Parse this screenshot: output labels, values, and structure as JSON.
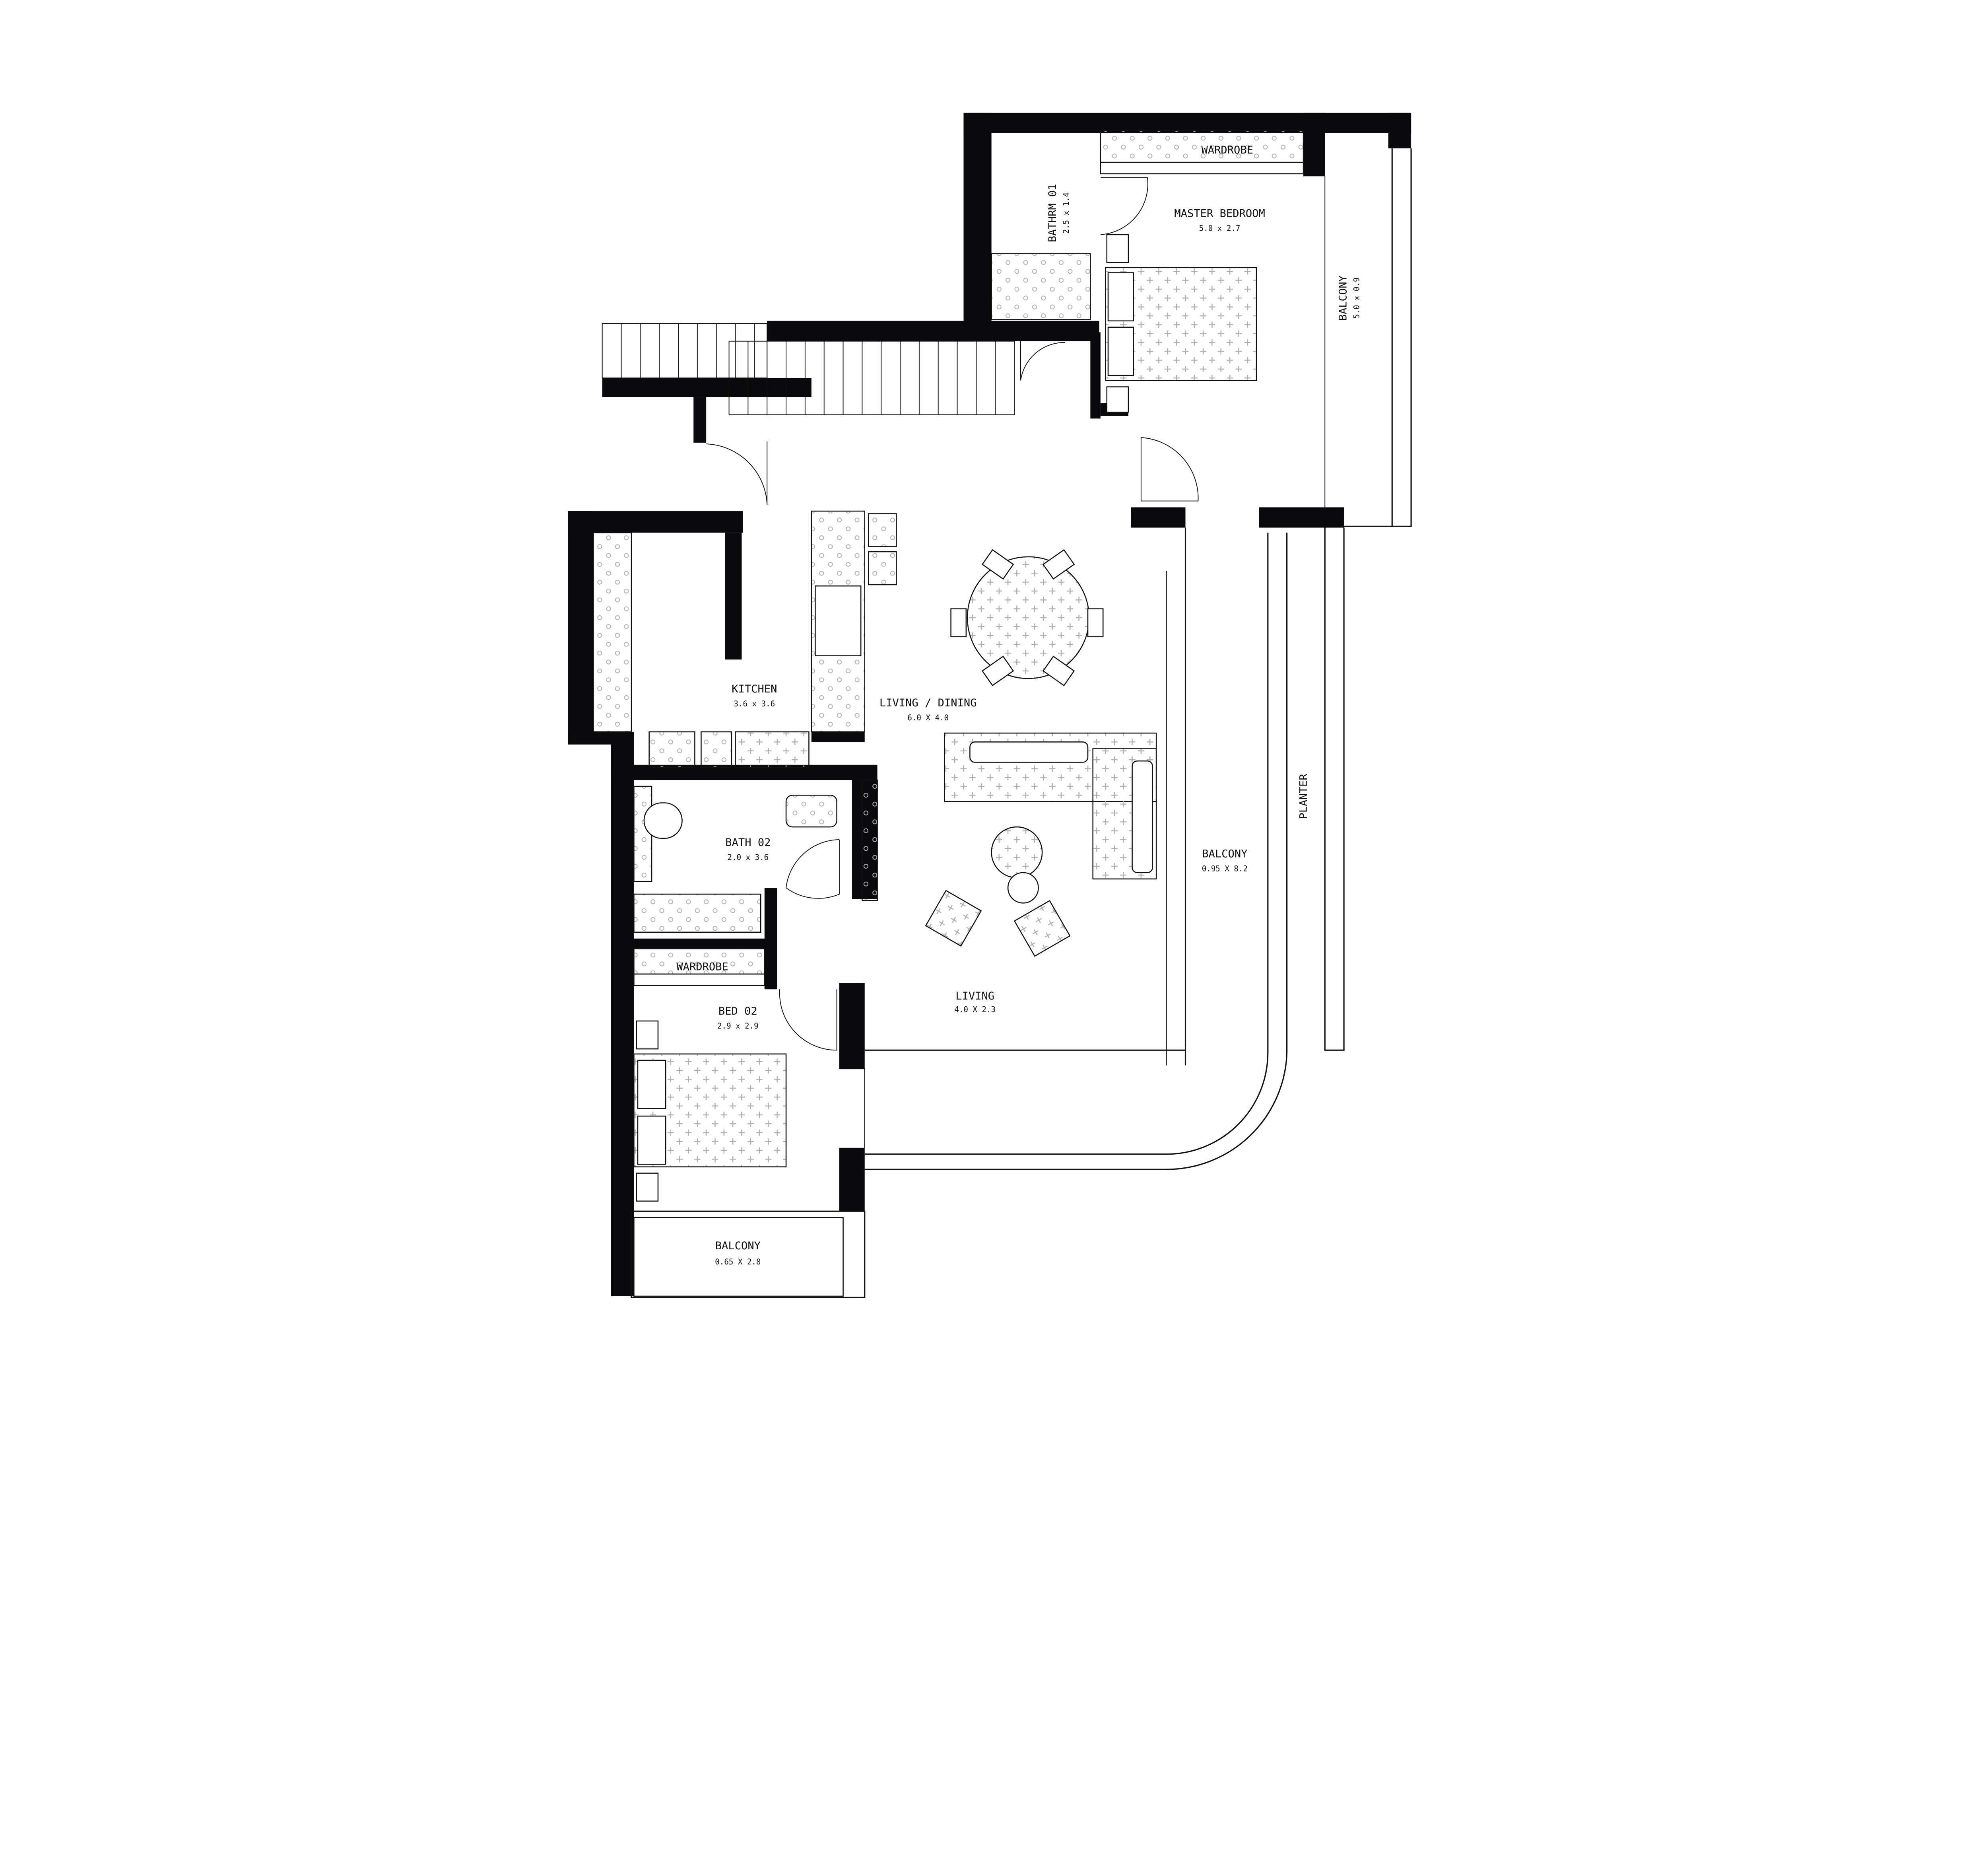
{
  "rooms": {
    "master_bedroom": {
      "name": "MASTER BEDROOM",
      "size": "5.0 x 2.7"
    },
    "bathroom_01": {
      "name": "BATHRM 01",
      "size": "2.5 x 1.4"
    },
    "master_wardrobe": {
      "name": "WARDROBE"
    },
    "master_balcony": {
      "name": "BALCONY",
      "size": "5.0 x 0.9"
    },
    "kitchen": {
      "name": "KITCHEN",
      "size": "3.6 x 3.6"
    },
    "living_dining": {
      "name": "LIVING / DINING",
      "size": "6.0 X 4.0"
    },
    "bath_02": {
      "name": "BATH 02",
      "size": "2.0 x 3.6"
    },
    "bed02_wardrobe": {
      "name": "WARDROBE"
    },
    "bed_02": {
      "name": "BED 02",
      "size": "2.9 x 2.9"
    },
    "living": {
      "name": "LIVING",
      "size": "4.0 X 2.3"
    },
    "side_balcony": {
      "name": "BALCONY",
      "size": "0.95 X 8.2"
    },
    "planter": {
      "name": "PLANTER"
    },
    "bed02_balcony": {
      "name": "BALCONY",
      "size": "0.65 X 2.8"
    }
  },
  "colors": {
    "wall": "#0a0a0c",
    "pattern": "#b0b0b0",
    "line": "#111111"
  }
}
